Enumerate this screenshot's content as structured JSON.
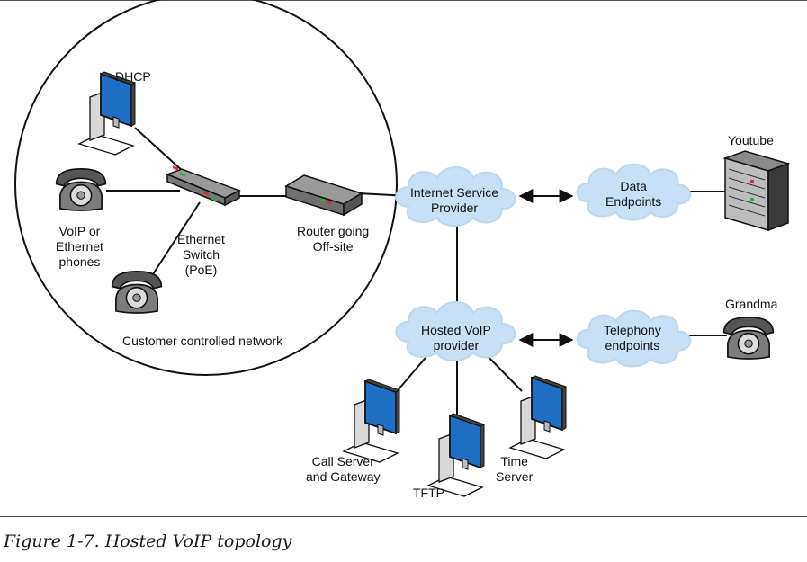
{
  "labels": {
    "dhcp": "DHCP",
    "phones": [
      "VoIP or",
      "Ethernet",
      "phones"
    ],
    "switch": [
      "Ethernet",
      "Switch",
      "(PoE)"
    ],
    "router": [
      "Router going",
      "Off-site"
    ],
    "customer_network": "Customer controlled network",
    "isp": [
      "Internet Service",
      "Provider"
    ],
    "data_endpoints": [
      "Data",
      "Endpoints"
    ],
    "youtube": "Youtube",
    "hosted_voip": [
      "Hosted VoIP",
      "provider"
    ],
    "telephony_endpoints": [
      "Telephony",
      "endpoints"
    ],
    "grandma": "Grandma",
    "call_server": [
      "Call Server",
      "and Gateway"
    ],
    "tftp": "TFTP",
    "time_server": [
      "Time",
      "Server"
    ]
  },
  "caption": "Figure 1-7. Hosted VoIP topology",
  "colors": {
    "screen": "#1f6fc4",
    "cloud": "#c8e0f5",
    "device_gray": "#8a8a8a",
    "line": "#111111"
  }
}
